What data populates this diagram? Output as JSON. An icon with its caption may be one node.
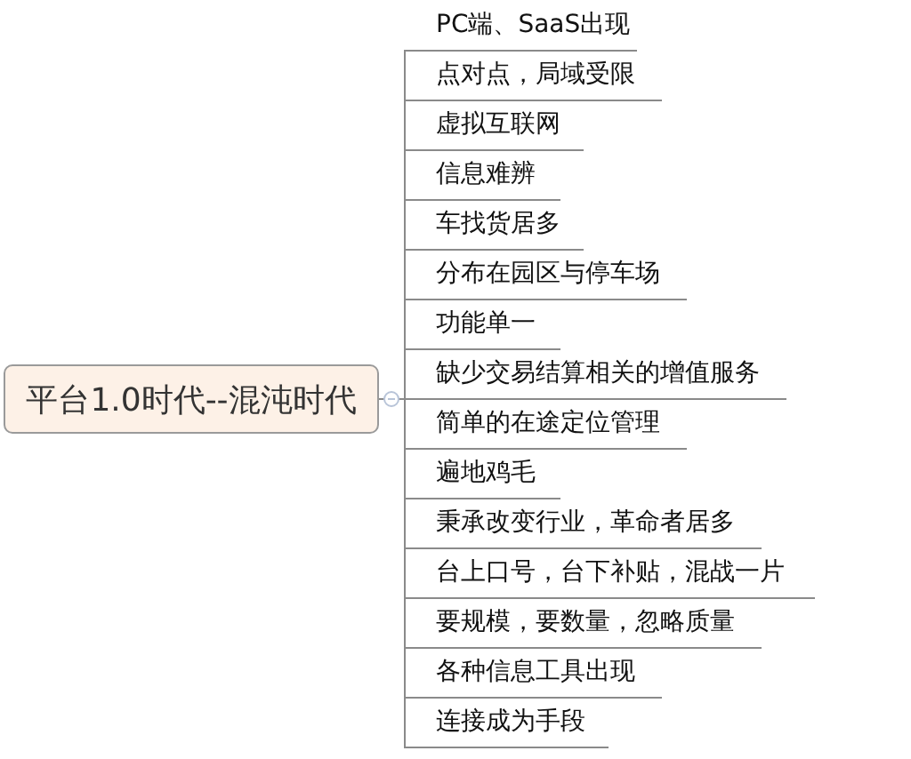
{
  "diagram": {
    "nodes": [
      {
        "text": [
          "平台1.0时代--混沌时代"
        ]
      },
      {
        "text": [
          "PC端、SaaS出现"
        ]
      },
      {
        "text": [
          "点对点，局域受限"
        ]
      },
      {
        "text": [
          "虚拟互联网"
        ]
      },
      {
        "text": [
          "信息难辨"
        ]
      },
      {
        "text": [
          "车找货居多"
        ]
      },
      {
        "text": [
          "分布在园区与停车场"
        ]
      },
      {
        "text": [
          "功能单一"
        ]
      },
      {
        "text": [
          "缺少交易结算相关的增值服务"
        ]
      },
      {
        "text": [
          "简单的在途定位管理"
        ]
      },
      {
        "text": [
          "遍地鸡毛"
        ]
      },
      {
        "text": [
          "秉承改变行业，革命者居多"
        ]
      },
      {
        "text": [
          "台上口号，台下补贴，混战一片"
        ]
      },
      {
        "text": [
          "要规模，要数量，忽略质量"
        ]
      },
      {
        "text": [
          "各种信息工具出现"
        ]
      },
      {
        "text": [
          "连接成为手段"
        ]
      }
    ],
    "edges": [
      {
        "from": 0,
        "to": 1,
        "arrow": "none"
      },
      {
        "from": 0,
        "to": 2,
        "arrow": "none"
      },
      {
        "from": 0,
        "to": 3,
        "arrow": "none"
      },
      {
        "from": 0,
        "to": 4,
        "arrow": "none"
      },
      {
        "from": 0,
        "to": 5,
        "arrow": "none"
      },
      {
        "from": 0,
        "to": 6,
        "arrow": "none"
      },
      {
        "from": 0,
        "to": 7,
        "arrow": "none"
      },
      {
        "from": 0,
        "to": 8,
        "arrow": "none"
      },
      {
        "from": 0,
        "to": 9,
        "arrow": "none"
      },
      {
        "from": 0,
        "to": 10,
        "arrow": "none"
      },
      {
        "from": 0,
        "to": 11,
        "arrow": "none"
      },
      {
        "from": 0,
        "to": 12,
        "arrow": "none"
      },
      {
        "from": 0,
        "to": 13,
        "arrow": "none"
      },
      {
        "from": 0,
        "to": 14,
        "arrow": "none"
      },
      {
        "from": 0,
        "to": 15,
        "arrow": "none"
      }
    ]
  }
}
